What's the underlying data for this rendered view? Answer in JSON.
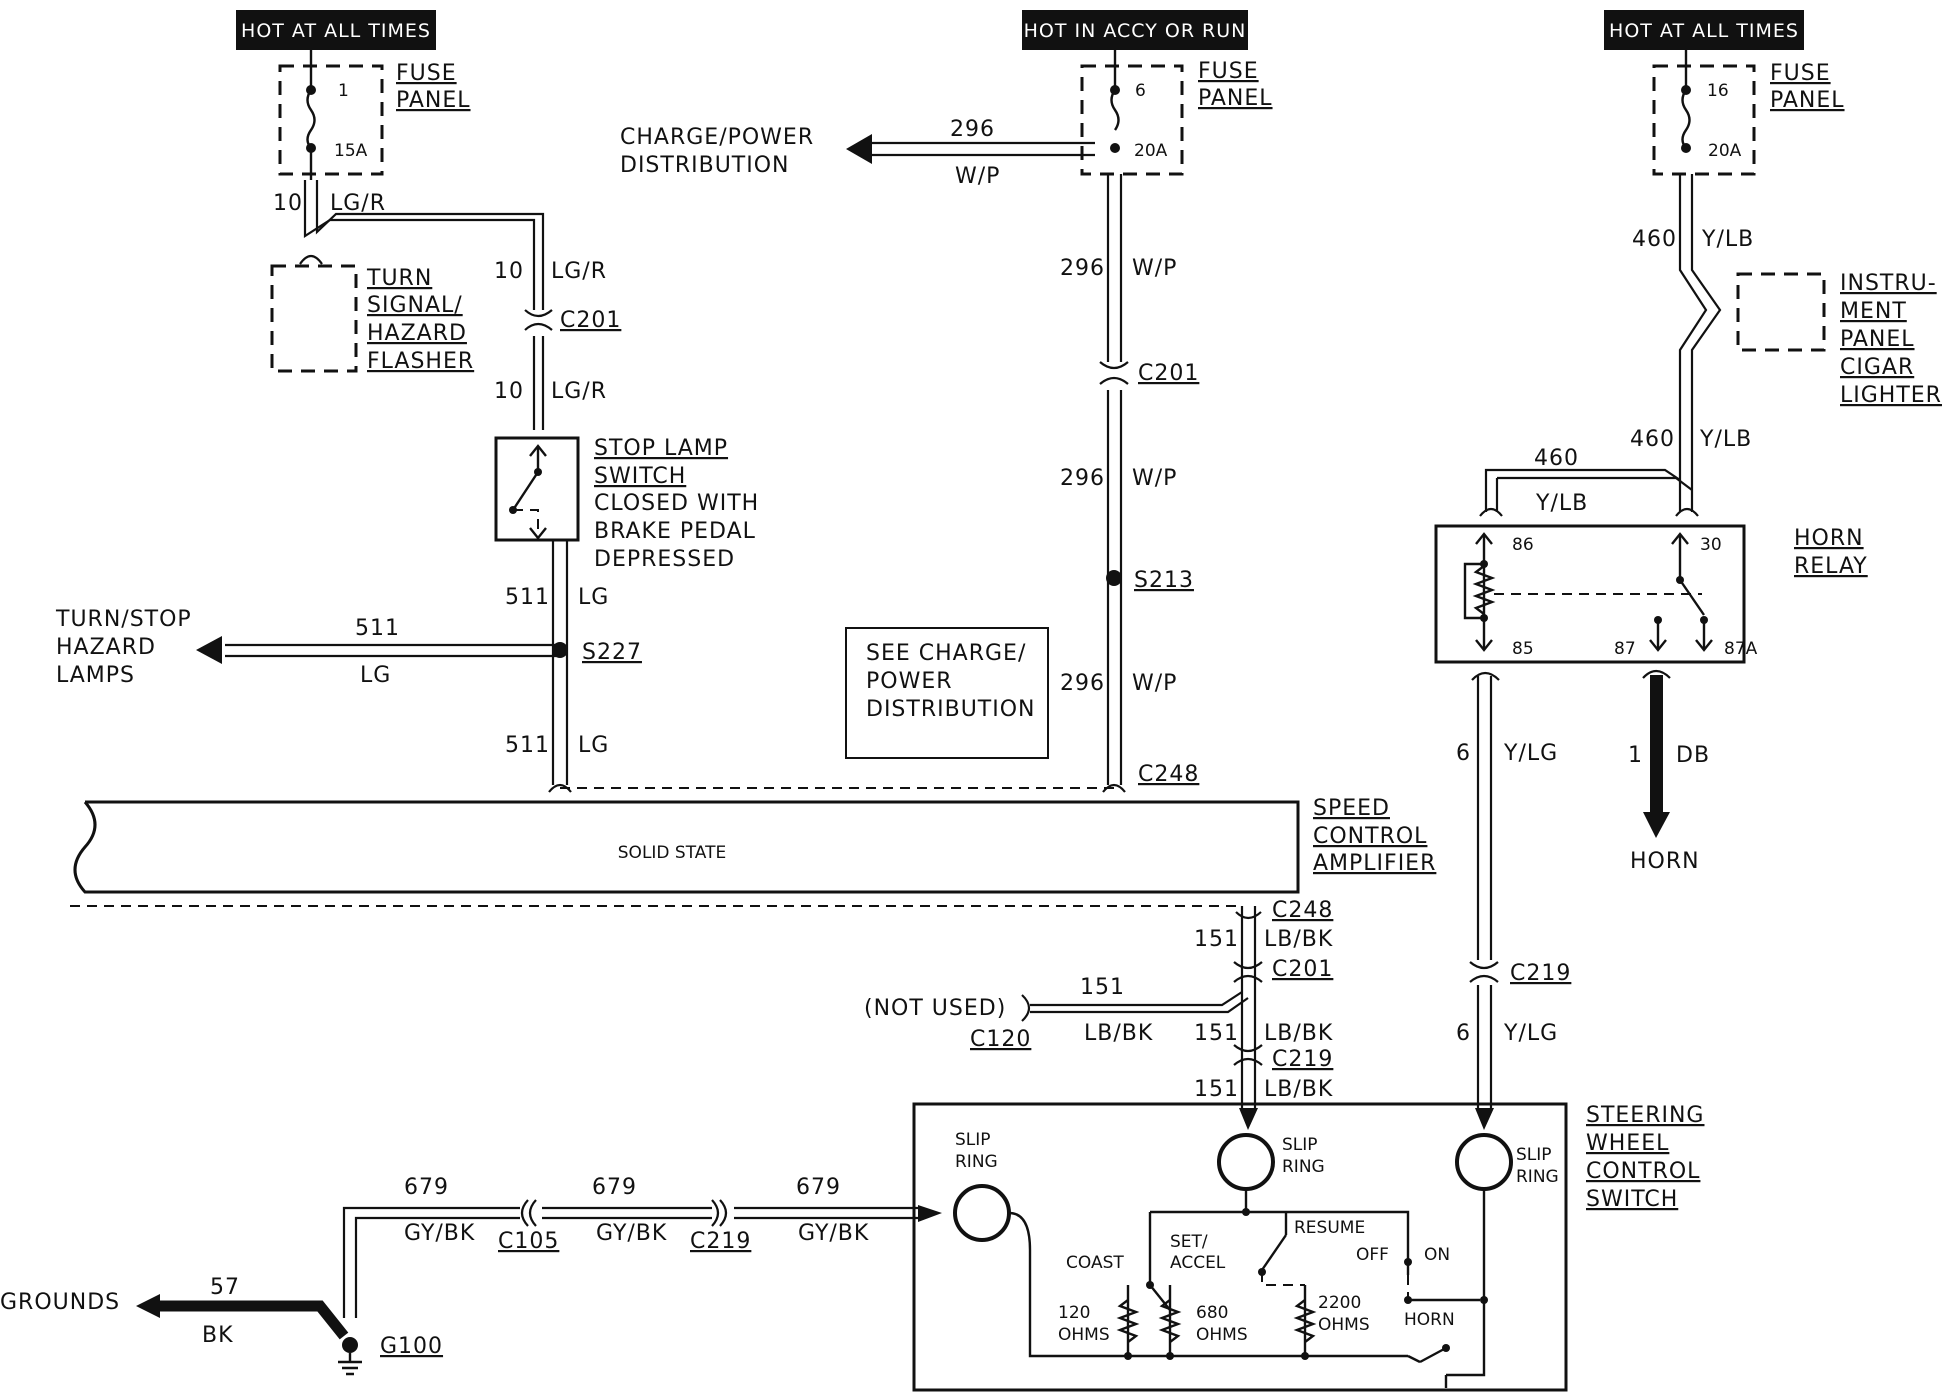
{
  "headers": {
    "left": "HOT AT ALL TIMES",
    "center": "HOT IN ACCY OR RUN",
    "right": "HOT AT ALL TIMES"
  },
  "fuses": {
    "left": {
      "number": "1",
      "rating": "15A",
      "label1": "FUSE",
      "label2": "PANEL"
    },
    "center": {
      "number": "6",
      "rating": "20A",
      "label1": "FUSE",
      "label2": "PANEL"
    },
    "right": {
      "number": "16",
      "rating": "20A",
      "label1": "FUSE",
      "label2": "PANEL"
    }
  },
  "charge_power": {
    "line1": "CHARGE/POWER",
    "line2": "DISTRIBUTION",
    "circuit": "296",
    "color": "W/P"
  },
  "see_charge": {
    "line1": "SEE CHARGE/",
    "line2": "POWER",
    "line3": "DISTRIBUTION"
  },
  "flasher": {
    "line1": "TURN",
    "line2": "SIGNAL/",
    "line3": "HAZARD",
    "line4": "FLASHER"
  },
  "stop_lamp": {
    "line1": "STOP LAMP",
    "line2": "SWITCH",
    "line3": "CLOSED WITH",
    "line4": "BRAKE PEDAL",
    "line5": "DEPRESSED"
  },
  "turn_stop": {
    "line1": "TURN/STOP",
    "line2": "HAZARD",
    "line3": "LAMPS"
  },
  "lighter": {
    "line1": "INSTRU-",
    "line2": "MENT",
    "line3": "PANEL",
    "line4": "CIGAR",
    "line5": "LIGHTER"
  },
  "horn_relay": {
    "line1": "HORN",
    "line2": "RELAY",
    "p86": "86",
    "p30": "30",
    "p85": "85",
    "p87": "87",
    "p87a": "87A"
  },
  "horn": "HORN",
  "amplifier": {
    "inner": "SOLID STATE",
    "line1": "SPEED",
    "line2": "CONTROL",
    "line3": "AMPLIFIER"
  },
  "steering": {
    "line1": "STEERING",
    "line2": "WHEEL",
    "line3": "CONTROL",
    "line4": "SWITCH",
    "slip": "SLIP",
    "ring": "RING",
    "coast": "COAST",
    "set": "SET/",
    "accel": "ACCEL",
    "resume": "RESUME",
    "off": "OFF",
    "on": "ON",
    "horn": "HORN",
    "r120": "120",
    "r680": "680",
    "r2200": "2200",
    "ohms": "OHMS"
  },
  "not_used": "(NOT USED)",
  "grounds": "GROUNDS",
  "connectors": {
    "c201": "C201",
    "c248": "C248",
    "c219": "C219",
    "c120": "C120",
    "c105": "C105",
    "s213": "S213",
    "s227": "S227",
    "g100": "G100"
  },
  "circuits": {
    "c10": "10",
    "lgr": "LG/R",
    "c511": "511",
    "lg": "LG",
    "c296": "296",
    "wp": "W/P",
    "c460": "460",
    "ylb": "Y/LB",
    "c6": "6",
    "ylg": "Y/LG",
    "c1": "1",
    "db": "DB",
    "c151": "151",
    "lbbk": "LB/BK",
    "c679": "679",
    "gybk": "GY/BK",
    "c57": "57",
    "bk": "BK"
  }
}
